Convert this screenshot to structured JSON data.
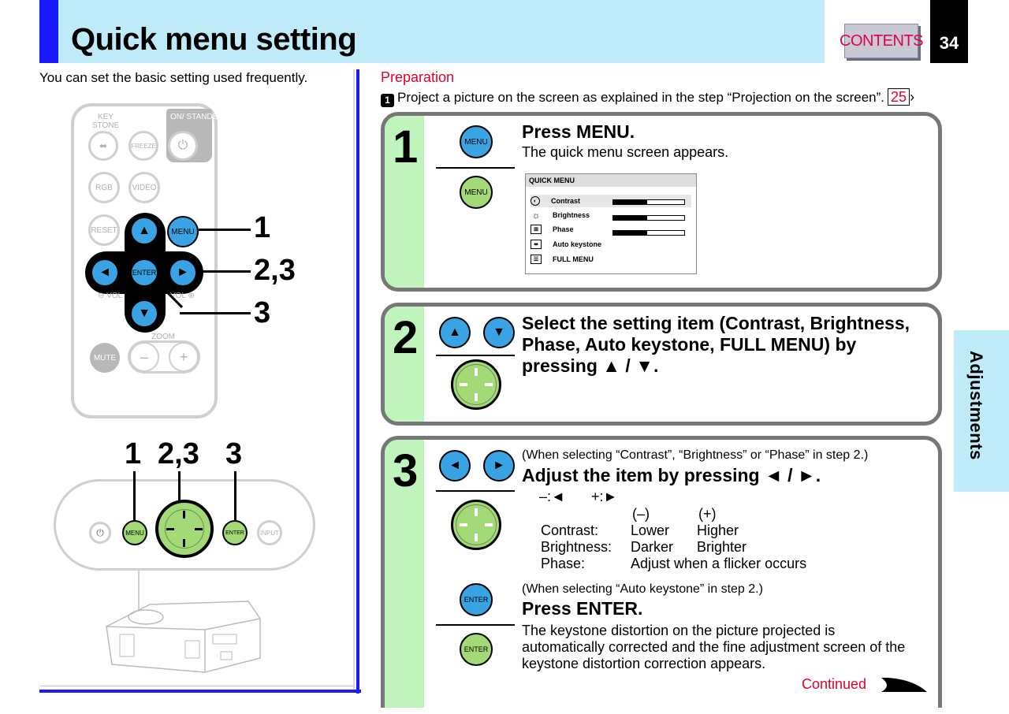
{
  "header": {
    "title": "Quick menu setting",
    "contents_label": "CONTENTS",
    "page_number": "34"
  },
  "intro": "You can set the basic setting used frequently.",
  "remote": {
    "keystone_label": "KEY STONE",
    "standby_label": "ON/ STANDBY",
    "freeze": "FREEZE",
    "rgb": "RGB",
    "video": "VIDEO",
    "reset": "RESET",
    "menu": "MENU",
    "enter": "ENTER",
    "vol_minus": "VOL",
    "vol_plus": "VOL",
    "zoom": "ZOOM",
    "mute": "MUTE",
    "zoom_minus": "–",
    "zoom_plus": "+",
    "callouts": [
      "1",
      "2,3",
      "3"
    ]
  },
  "panel": {
    "callouts": [
      "1",
      "2,3",
      "3"
    ],
    "menu": "MENU",
    "enter": "ENTER",
    "input": "INPUT"
  },
  "preparation": {
    "heading": "Preparation",
    "badge": "1",
    "text": "Project a picture on the screen as explained in the step “Projection on the screen”.",
    "page_ref": "25"
  },
  "step1": {
    "number": "1",
    "button_label": "MENU",
    "title": "Press MENU.",
    "text": "The quick menu screen appears.",
    "quick_menu": {
      "header": "QUICK MENU",
      "items": [
        {
          "label": "Contrast",
          "icon": "contrast-icon",
          "level": 0.48
        },
        {
          "label": "Brightness",
          "icon": "brightness-icon",
          "level": 0.48
        },
        {
          "label": "Phase",
          "icon": "phase-icon",
          "level": 0.48
        },
        {
          "label": "Auto keystone",
          "icon": "keystone-icon"
        },
        {
          "label": "FULL MENU",
          "icon": "full-menu-icon"
        }
      ],
      "bar_minus": "–",
      "bar_plus": "+"
    }
  },
  "step2": {
    "number": "2",
    "title": "Select the setting item (Contrast, Brightness, Phase, Auto keystone, FULL MENU) by pressing ▲ / ▼.",
    "up": "▲",
    "down": "▼"
  },
  "step3": {
    "number": "3",
    "note1": "(When selecting “Contrast”, “Brightness” or “Phase” in step 2.)",
    "title1": "Adjust the item by pressing ◄ / ►.",
    "legend_minus": "–:◄",
    "legend_plus": "+:►",
    "table": {
      "col_minus": "(–)",
      "col_plus": "(+)",
      "rows": [
        {
          "label": "Contrast:",
          "minus": "Lower",
          "plus": "Higher"
        },
        {
          "label": "Brightness:",
          "minus": "Darker",
          "plus": "Brighter"
        },
        {
          "label": "Phase:",
          "minus": "Adjust when a flicker occurs",
          "plus": ""
        }
      ]
    },
    "note2": "(When selecting “Auto keystone” in step 2.)",
    "title2": "Press ENTER.",
    "text2": "The keystone distortion on the picture projected is automatically corrected and the fine adjustment screen of the keystone distortion correction appears.",
    "enter": "ENTER",
    "left": "◄",
    "right": "►"
  },
  "continued": "Continued",
  "side_tab": "Adjustments",
  "colors": {
    "header_band": "#bfeaf8",
    "accent_blue": "#1a1aff",
    "step_strip": "#bff5bd",
    "button_blue": "#3aa3e4",
    "button_green": "#a3d977",
    "red_text": "#e0002a"
  }
}
